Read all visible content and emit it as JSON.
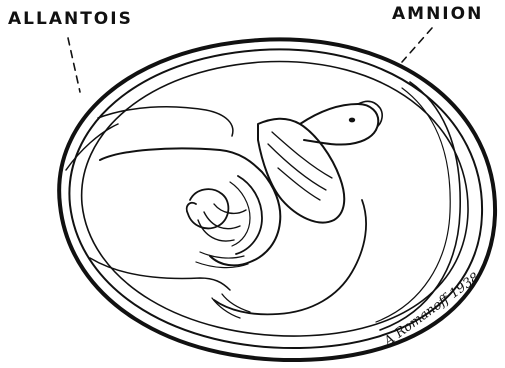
{
  "labels": {
    "allantois": "ALLANTOIS",
    "amnion": "AMNION"
  },
  "signature": "A Romanoff 1938"
}
